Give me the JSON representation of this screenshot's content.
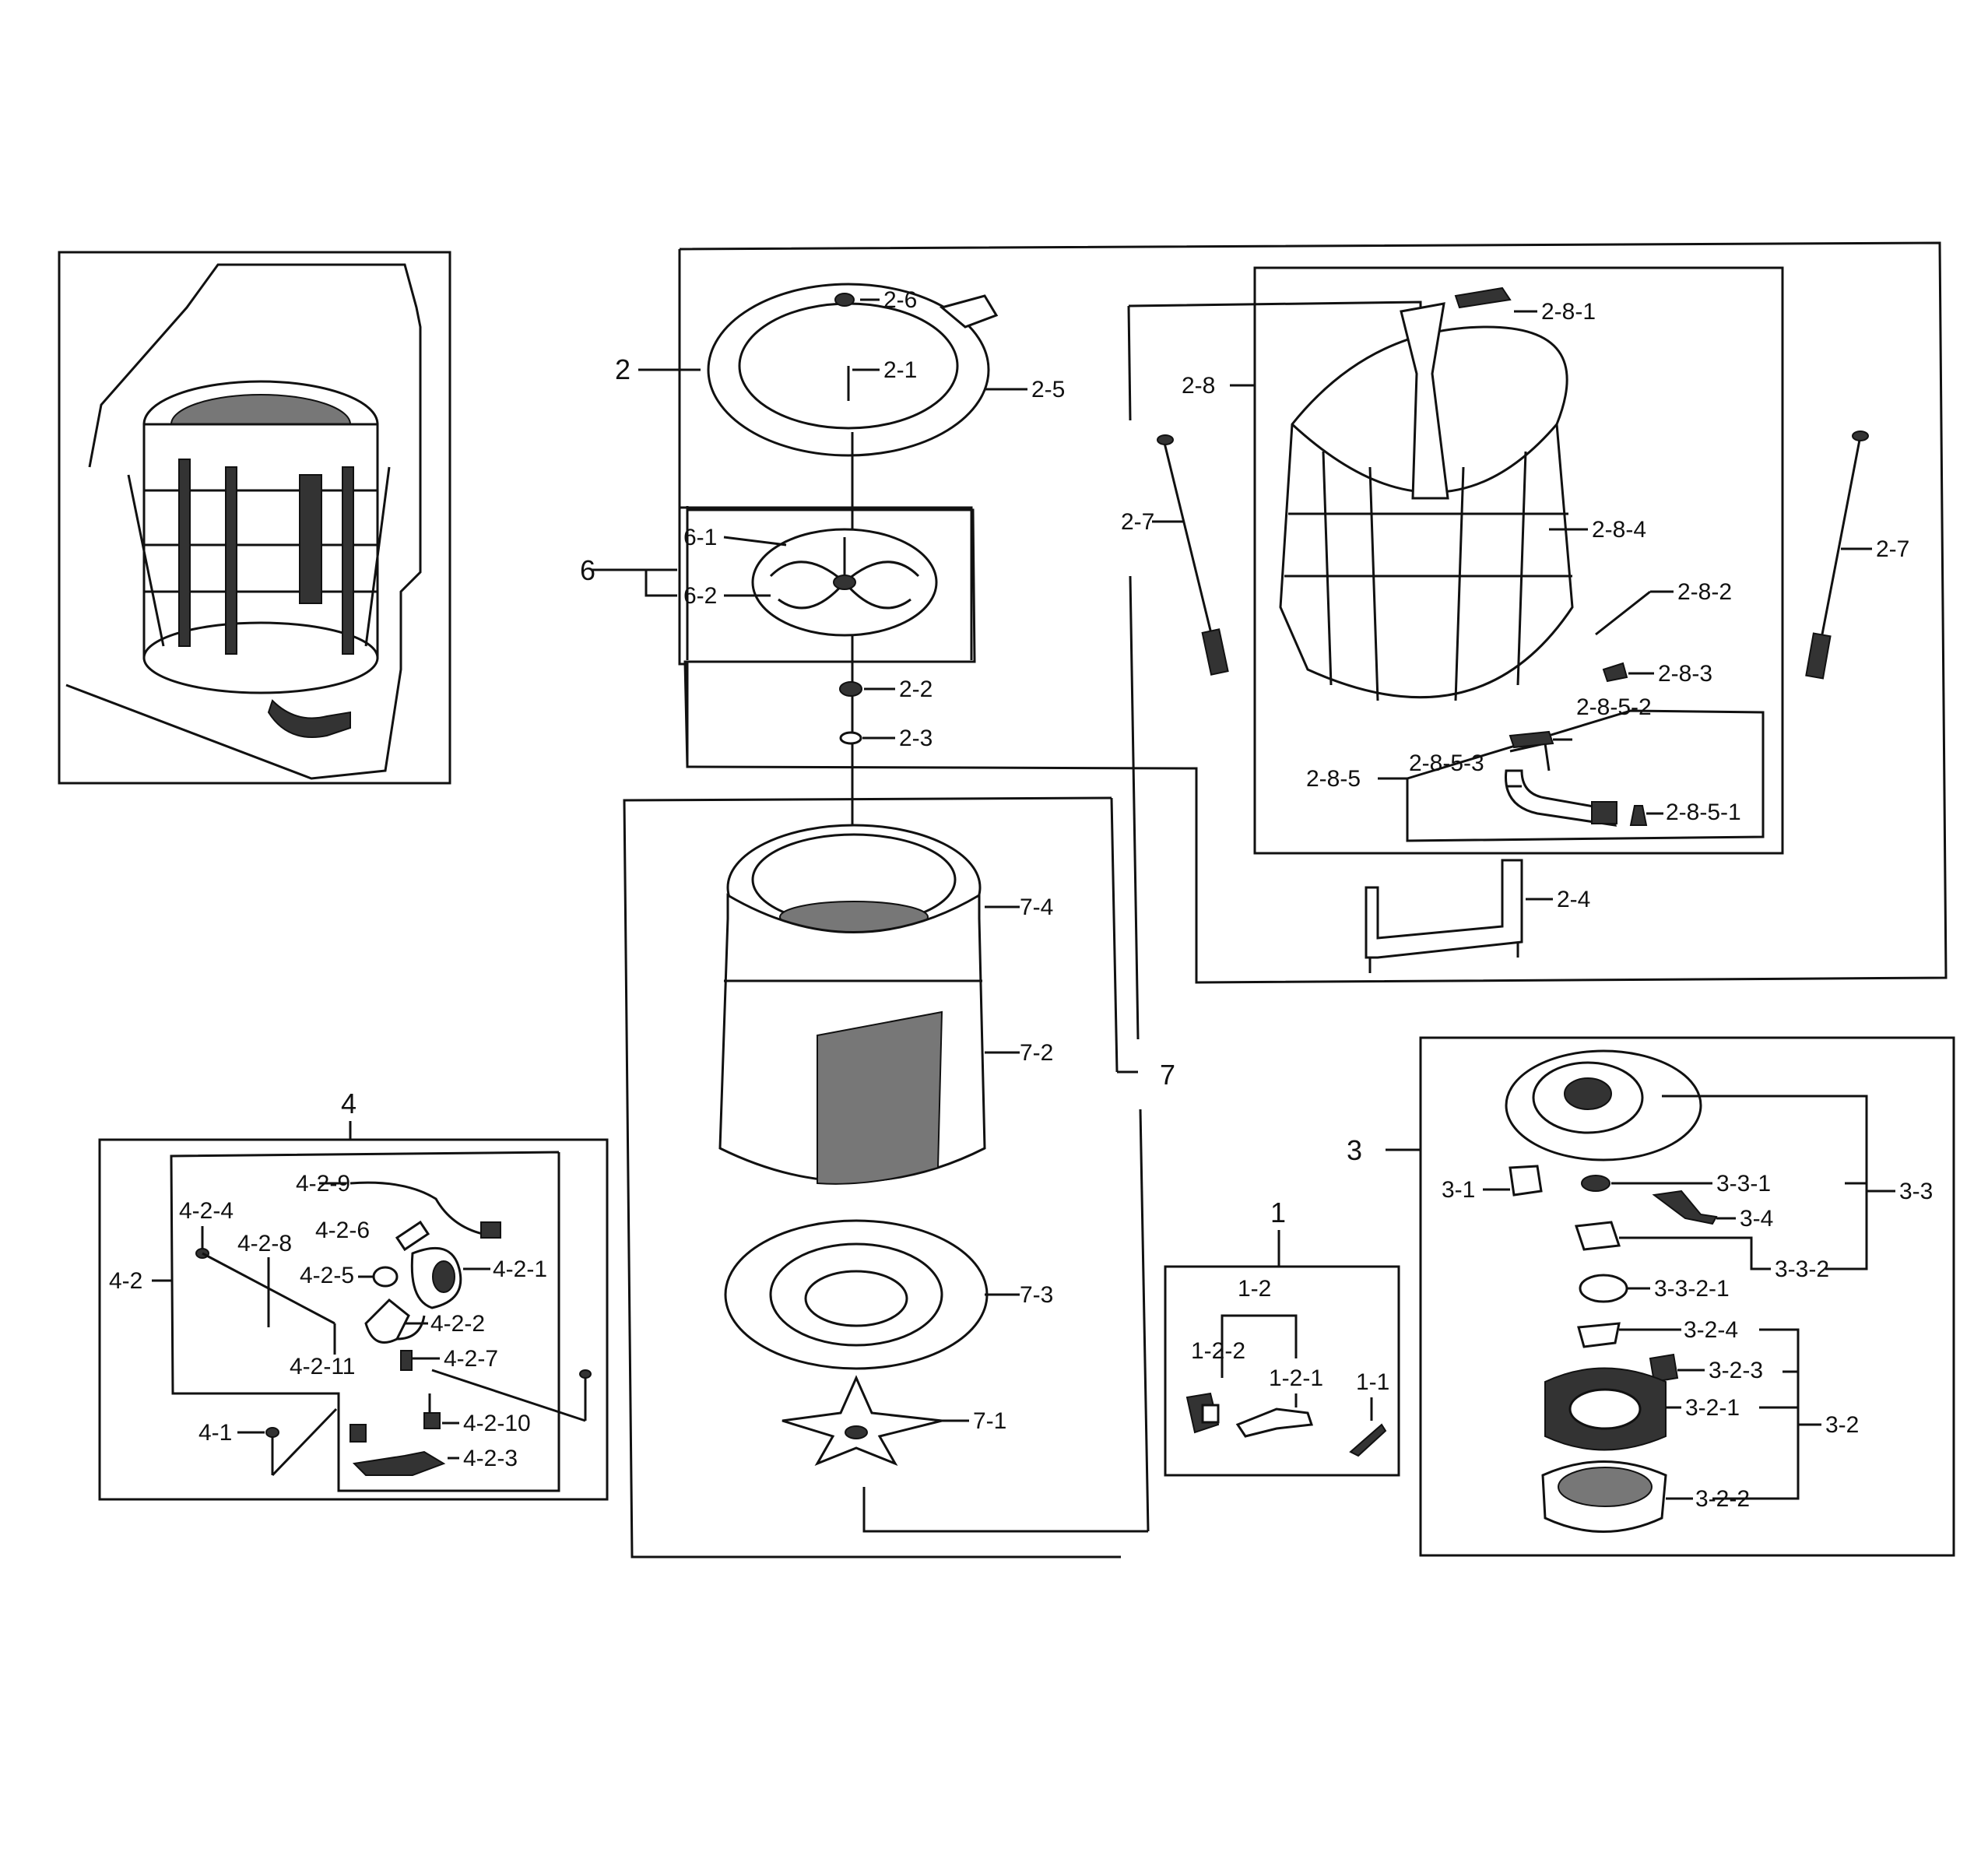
{
  "labels": {
    "l_2": "2",
    "l_2_6": "2-6",
    "l_2_1": "2-1",
    "l_2_5": "2-5",
    "l_6": "6",
    "l_6_1": "6-1",
    "l_6_2": "6-2",
    "l_2_2": "2-2",
    "l_2_3": "2-3",
    "l_7_4": "7-4",
    "l_7_2": "7-2",
    "l_7": "7",
    "l_7_3": "7-3",
    "l_7_1": "7-1",
    "l_2_8_1": "2-8-1",
    "l_2_8": "2-8",
    "l_2_7a": "2-7",
    "l_2_7b": "2-7",
    "l_2_8_4": "2-8-4",
    "l_2_8_2": "2-8-2",
    "l_2_8_3": "2-8-3",
    "l_2_8_5_2": "2-8-5-2",
    "l_2_8_5_3": "2-8-5-3",
    "l_2_8_5": "2-8-5",
    "l_2_8_5_1": "2-8-5-1",
    "l_2_4": "2-4",
    "l_4": "4",
    "l_4_2": "4-2",
    "l_4_2_9": "4-2-9",
    "l_4_2_4": "4-2-4",
    "l_4_2_6": "4-2-6",
    "l_4_2_8": "4-2-8",
    "l_4_2_5": "4-2-5",
    "l_4_2_1": "4-2-1",
    "l_4_2_2": "4-2-2",
    "l_4_2_11": "4-2-11",
    "l_4_2_7": "4-2-7",
    "l_4_2_10": "4-2-10",
    "l_4_1": "4-1",
    "l_4_2_3": "4-2-3",
    "l_1": "1",
    "l_1_2": "1-2",
    "l_1_2_2": "1-2-2",
    "l_1_2_1": "1-2-1",
    "l_1_1": "1-1",
    "l_3": "3",
    "l_3_1": "3-1",
    "l_3_3_1": "3-3-1",
    "l_3_3": "3-3",
    "l_3_4": "3-4",
    "l_3_3_2": "3-3-2",
    "l_3_3_2_1": "3-3-2-1",
    "l_3_2_4": "3-2-4",
    "l_3_2_3": "3-2-3",
    "l_3_2_1": "3-2-1",
    "l_3_2": "3-2",
    "l_3_2_2": "3-2-2"
  }
}
